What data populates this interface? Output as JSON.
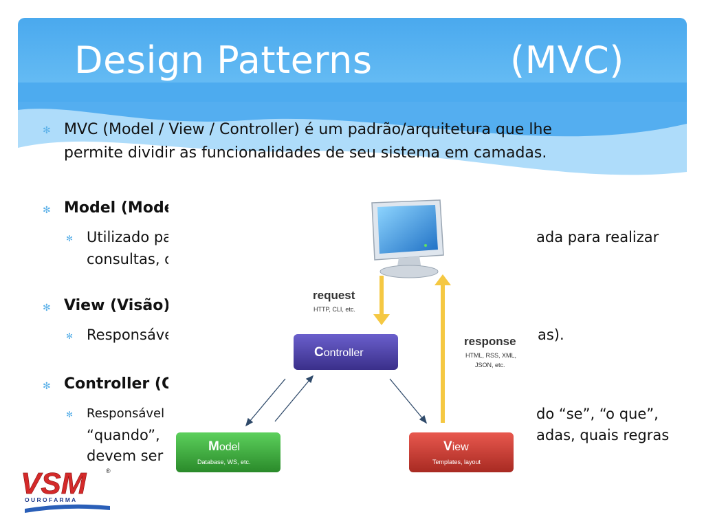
{
  "title": {
    "main": "Design Patterns",
    "suffix": "(MVC)"
  },
  "intro": {
    "line1": "MVC (Model / View / Controller) é um padrão/arquitetura que lhe",
    "line2": "permite dividir as funcionalidades de seu sistema em camadas."
  },
  "model": {
    "heading": "Model (Mode",
    "sub_left": "Utilizado pa",
    "sub_right": "ada para realizar",
    "sub_line2": "consultas, c"
  },
  "view": {
    "heading": "View (Visão)",
    "sub_left": "Responsáve",
    "sub_right": "as)."
  },
  "controller": {
    "heading": "Controller (C",
    "sub_left": "Responsável",
    "sub_right1": "do “se”, “o que”,",
    "sub_line2_left": "“quando”,",
    "sub_line2_right": "adas, quais regras",
    "sub_line3": "devem ser a"
  },
  "diagram": {
    "request": "request",
    "request_sub": "HTTP, CLI, etc.",
    "response": "response",
    "response_sub1": "HTML, RSS, XML,",
    "response_sub2": "JSON, etc.",
    "controller_initial": "C",
    "controller_rest": "ontroller",
    "model_initial": "M",
    "model_rest": "odel",
    "model_sub": "Database, WS, etc.",
    "view_initial": "V",
    "view_rest": "iew",
    "view_sub": "Templates, layout"
  },
  "logo": {
    "mark": "VSM",
    "sub": "O U R O F A R M A",
    "reg": "®"
  },
  "colors": {
    "header": "#4aa9ee",
    "bullet": "#5ab0e8",
    "controller": "#4b3fa0",
    "model": "#3aa23a",
    "view": "#cc3b32",
    "arrow": "#f5c842"
  }
}
